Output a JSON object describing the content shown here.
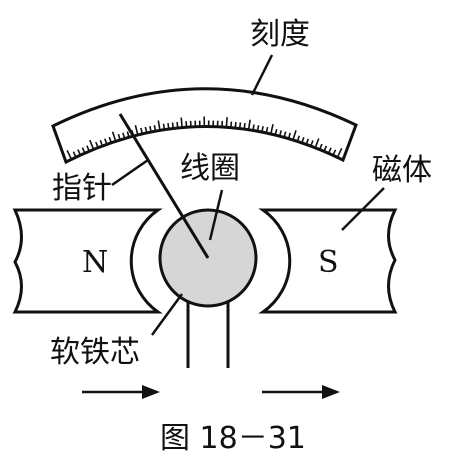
{
  "labels": {
    "scale": "刻度",
    "pointer": "指针",
    "coil": "线圈",
    "magnet": "磁体",
    "core": "软铁芯",
    "north": "N",
    "south": "S"
  },
  "caption": "图 18－31",
  "colors": {
    "ink": "#111111",
    "core_fill": "#d6d6d6",
    "background": "#ffffff"
  },
  "current_arrows": 2
}
